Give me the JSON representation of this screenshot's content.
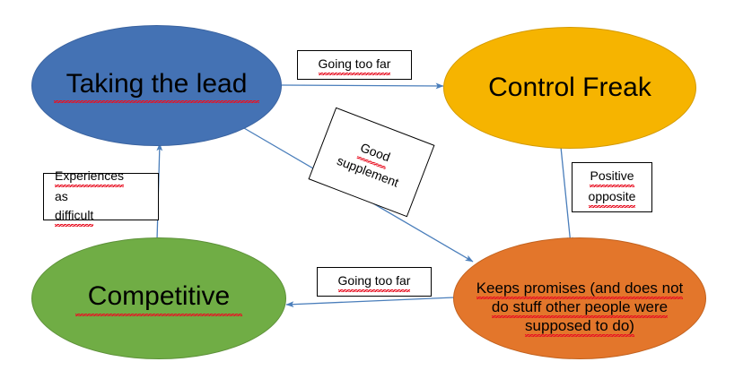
{
  "diagram": {
    "title": "Taking the lead / Control Freak / Competitive / Keeps promises behaviour map",
    "background": "#ffffff",
    "connector_color": "#4a7ebb",
    "spellcheck_underline_color": "#e81123",
    "nodes": [
      {
        "id": "taking-the-lead",
        "label": "Taking the lead",
        "color": "#4472B4",
        "shape": "ellipse",
        "misspelled": true
      },
      {
        "id": "control-freak",
        "label": "Control Freak",
        "color": "#F6B400",
        "shape": "ellipse",
        "misspelled": false
      },
      {
        "id": "competitive",
        "label": "Competitive",
        "color": "#70AD45",
        "shape": "ellipse",
        "misspelled": true
      },
      {
        "id": "keeps-promises",
        "label": "Keeps promises (and does not do stuff other people were supposed to do)",
        "line1": "Keeps promises (and does not",
        "line2": "do stuff other people were",
        "line3": "supposed to do)",
        "color": "#E3762B",
        "shape": "ellipse",
        "misspelled": true
      }
    ],
    "edge_labels": [
      {
        "id": "going-too-far-top",
        "text": "Going too far",
        "from": "taking-the-lead",
        "to": "control-freak"
      },
      {
        "id": "good-supplement",
        "line1": "Good",
        "line2": "supplement",
        "text": "Good supplement",
        "from": "taking-the-lead",
        "to": "keeps-promises",
        "rotation_deg": 21
      },
      {
        "id": "positive-opposite",
        "line1": "Positive",
        "line2": "opposite",
        "text": "Positive opposite",
        "from": "control-freak",
        "to": "keeps-promises"
      },
      {
        "id": "going-too-far-bottom",
        "text": "Going too far",
        "from": "keeps-promises",
        "to": "competitive"
      },
      {
        "id": "experiences-as-difficult",
        "line1": "Experiences",
        "line2": "as difficult",
        "text": "Experiences as difficult",
        "from": "competitive",
        "to": "taking-the-lead"
      }
    ]
  }
}
